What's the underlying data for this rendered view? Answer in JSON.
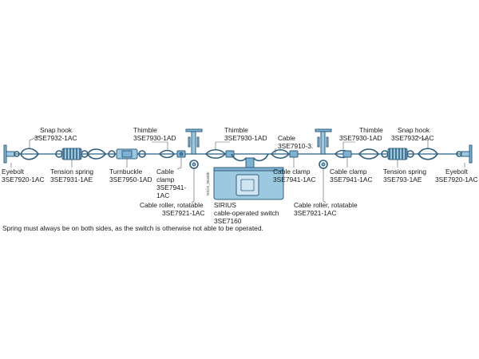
{
  "labels": {
    "snap_hook_left": "Snap hook",
    "snap_hook_left_code": "3SE7932-1AC",
    "thimble_1": "Thimble",
    "thimble_1_code": "3SE7930-1AD",
    "thimble_2": "Thimble",
    "thimble_2_code": "3SE7930-1AD",
    "cable": "Cable",
    "cable_code": "3SE7910-3.",
    "thimble_3": "Thimble",
    "thimble_3_code": "3SE7930-1AD",
    "snap_hook_right": "Snap hook",
    "snap_hook_right_code": "3SE7932-1AC",
    "eyebolt_left": "Eyebolt",
    "eyebolt_left_code": "3SE7920-1AC",
    "tension_spring_left": "Tension spring",
    "tension_spring_left_code": "3SE7931-1AE",
    "turnbuckle": "Turnbuckle",
    "turnbuckle_code": "3SE7950-1AD",
    "cable_clamp_left_1": "Cable",
    "cable_clamp_left_2": "clamp",
    "cable_clamp_left_3": "3SE7941-",
    "cable_clamp_left_4": "1AC",
    "cable_clamp_mid": "Cable clamp",
    "cable_clamp_mid_code": "3SE7941-1AC",
    "cable_clamp_right": "Cable clamp",
    "cable_clamp_right_code": "3SE7941-1AC",
    "tension_spring_right": "Tension spring",
    "tension_spring_right_code": "3SE793-1AE",
    "eyebolt_right": "Eyebolt",
    "eyebolt_right_code": "3SE7920-1AC",
    "cable_roller_left": "Cable roller, rotatable",
    "cable_roller_left_code": "3SE7921-1AC",
    "switch_1": "SIRIUS",
    "switch_2": "cable-operated switch",
    "switch_3": "3SE7160",
    "cable_roller_right": "Cable roller, rotatable",
    "cable_roller_right_code": "3SE7921-1AC",
    "drawing_id": "NSC0_00490b"
  },
  "note": "Spring must always be on both sides, as the switch is otherwise not able to be operated.",
  "colors": {
    "part_fill": "#9cc8e0",
    "part_stroke": "#2f5f7d",
    "text": "#1a1a1a"
  }
}
